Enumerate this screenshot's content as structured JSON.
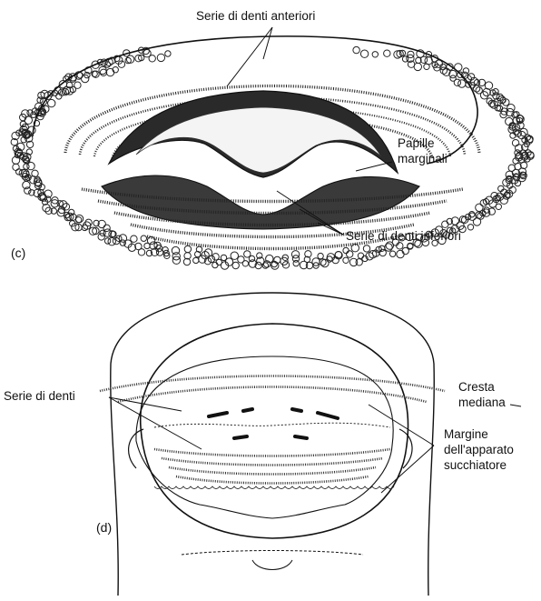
{
  "panel_c": {
    "tag": "(c)",
    "labels": {
      "anterior_teeth": "Serie di denti anteriori",
      "marginal_papillae_1": "Papille",
      "marginal_papillae_2": "marginali",
      "inferior_teeth": "Serie di denti inferiori"
    }
  },
  "panel_d": {
    "tag": "(d)",
    "labels": {
      "teeth_rows": "Serie di denti",
      "median_crest_1": "Cresta",
      "median_crest_2": "mediana",
      "margin_1": "Margine",
      "margin_2": "dell'apparato",
      "margin_3": "succhiatore"
    }
  }
}
